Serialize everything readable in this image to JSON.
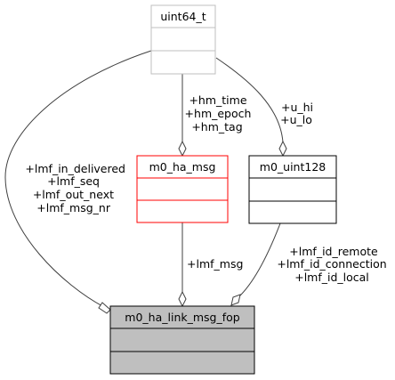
{
  "classes": {
    "uint64": {
      "name": "uint64_t",
      "border_color": "#bfbfbf",
      "fill_color": "#ffffff"
    },
    "ha_msg": {
      "name": "m0_ha_msg",
      "border_color": "#ff0000",
      "fill_color": "#ffffff"
    },
    "uint128": {
      "name": "m0_uint128",
      "border_color": "#000000",
      "fill_color": "#ffffff"
    },
    "fop": {
      "name": "m0_ha_link_msg_fop",
      "border_color": "#000000",
      "fill_color": "#bfbfbf"
    }
  },
  "edges": {
    "uint64_to_fop": {
      "labels": [
        "+lmf_in_delivered",
        "+lmf_seq",
        "+lmf_out_next",
        "+lmf_msg_nr"
      ]
    },
    "uint64_to_ha_msg": {
      "labels": [
        "+hm_time",
        "+hm_epoch",
        "+hm_tag"
      ]
    },
    "uint64_to_uint128": {
      "labels": [
        "+u_hi",
        "+u_lo"
      ]
    },
    "ha_msg_to_fop": {
      "labels": [
        "+lmf_msg"
      ]
    },
    "uint128_to_fop": {
      "labels": [
        "+lmf_id_remote",
        "+lmf_id_connection",
        "+lmf_id_local"
      ]
    }
  },
  "colors": {
    "edge": "#404040",
    "text": "#000000"
  }
}
